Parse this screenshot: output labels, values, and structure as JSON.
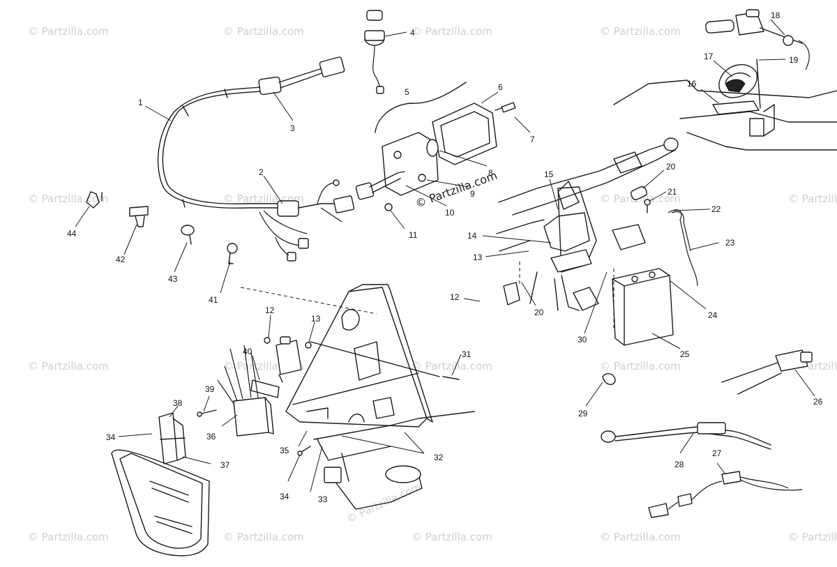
{
  "watermark": "© Partzilla.com",
  "callouts": [
    "1",
    "2",
    "3",
    "4",
    "5",
    "6",
    "7",
    "8",
    "9",
    "10",
    "11",
    "12",
    "12",
    "13",
    "13",
    "14",
    "15",
    "16",
    "17",
    "18",
    "19",
    "20",
    "20",
    "21",
    "22",
    "23",
    "24",
    "25",
    "26",
    "27",
    "28",
    "29",
    "30",
    "31",
    "32",
    "33",
    "34",
    "34",
    "35",
    "36",
    "37",
    "38",
    "39",
    "40",
    "41",
    "42",
    "43",
    "44"
  ]
}
